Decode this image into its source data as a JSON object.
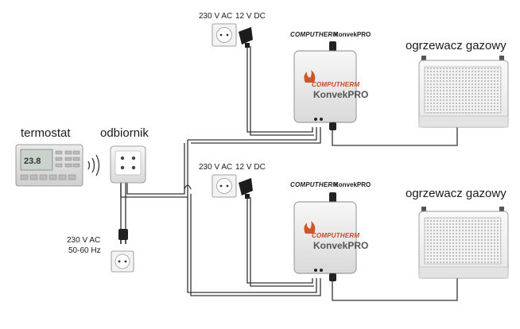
{
  "labels": {
    "thermostat": "termostat",
    "receiver": "odbiornik",
    "mains": "230 V AC",
    "frequency": "50-60 Hz",
    "heater_top": "ogrzewacz gazowy",
    "heater_bottom": "ogrzewacz gazowy"
  },
  "module_top": {
    "ac_label": "230 V AC",
    "dc_label": "12 V DC",
    "brand": "COMPUTHERM",
    "model": "KonvekPRO",
    "box_brand": "COMPUTHERM",
    "box_model": "KonvekPRO"
  },
  "module_bottom": {
    "ac_label": "230 V AC",
    "dc_label": "12 V DC",
    "brand": "COMPUTHERM",
    "model": "KonvekPRO",
    "box_brand": "COMPUTHERM",
    "box_model": "KonvekPRO"
  },
  "thermostat_display": "23.8"
}
